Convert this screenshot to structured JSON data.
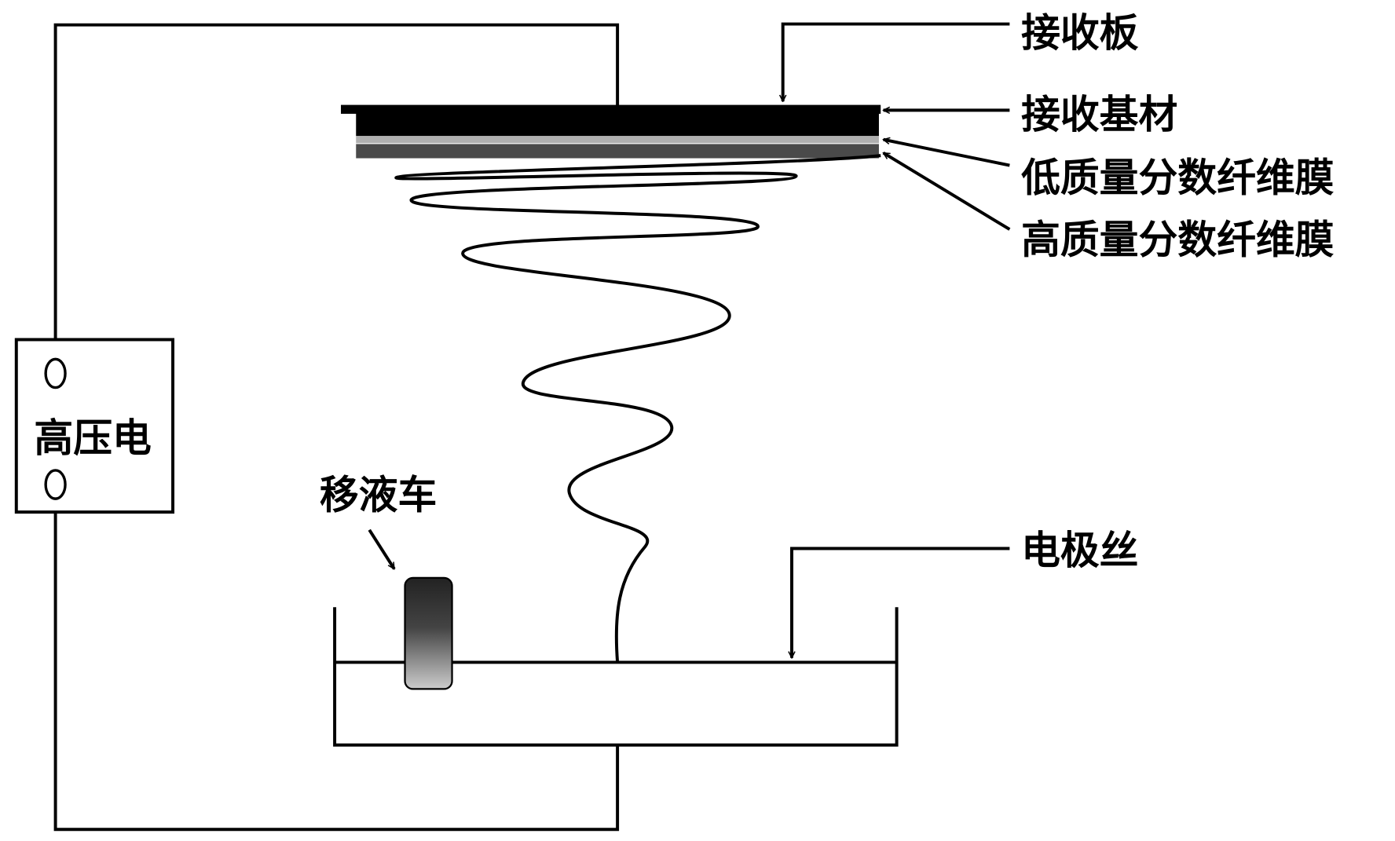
{
  "labels": {
    "power": "高压电",
    "carriage": "移液车",
    "receiving_plate": "接收板",
    "substrate": "接收基材",
    "low_fraction_film": "低质量分数纤维膜",
    "high_fraction_film": "高质量分数纤维膜",
    "electrode_wire": "电极丝"
  },
  "colors": {
    "plate": "#000000",
    "low_fraction_film": "#b0b0b0",
    "high_fraction_film": "#4a4a4a"
  }
}
